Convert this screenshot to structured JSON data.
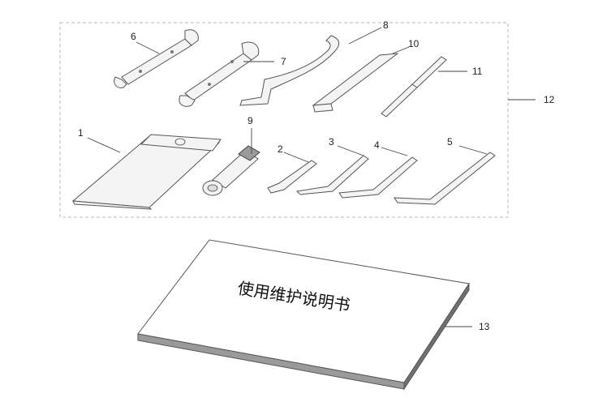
{
  "callouts": {
    "c1": "1",
    "c2": "2",
    "c3": "3",
    "c4": "4",
    "c5": "5",
    "c6": "6",
    "c7": "7",
    "c8": "8",
    "c9": "9",
    "c10": "10",
    "c11": "11",
    "c12": "12",
    "c13": "13"
  },
  "manual": {
    "title": "使用维护说明书"
  },
  "colors": {
    "frame": "#bbbbbb",
    "line": "#555555",
    "fill": "#f4f4f4"
  }
}
